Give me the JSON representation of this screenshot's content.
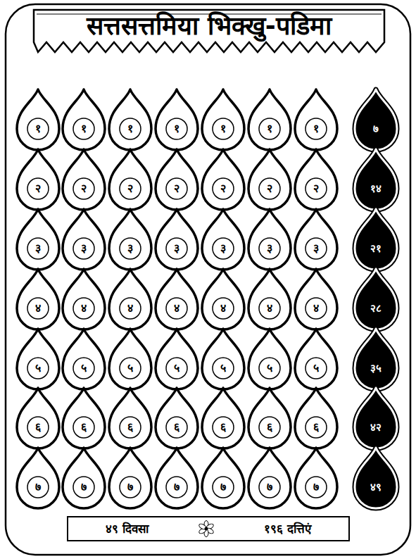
{
  "diagram": {
    "title": "सत्तसत्तमिया भिक्खु-पडिमा",
    "nodes": [
      {
        "text": [
          "१"
        ]
      },
      {
        "text": [
          "१"
        ]
      },
      {
        "text": [
          "१"
        ]
      },
      {
        "text": [
          "१"
        ]
      },
      {
        "text": [
          "१"
        ]
      },
      {
        "text": [
          "१"
        ]
      },
      {
        "text": [
          "१"
        ]
      },
      {
        "text": [
          "७"
        ]
      },
      {
        "text": [
          "२"
        ]
      },
      {
        "text": [
          "२"
        ]
      },
      {
        "text": [
          "२"
        ]
      },
      {
        "text": [
          "२"
        ]
      },
      {
        "text": [
          "२"
        ]
      },
      {
        "text": [
          "२"
        ]
      },
      {
        "text": [
          "२"
        ]
      },
      {
        "text": [
          "१४"
        ]
      },
      {
        "text": [
          "३"
        ]
      },
      {
        "text": [
          "३"
        ]
      },
      {
        "text": [
          "३"
        ]
      },
      {
        "text": [
          "३"
        ]
      },
      {
        "text": [
          "३"
        ]
      },
      {
        "text": [
          "३"
        ]
      },
      {
        "text": [
          "३"
        ]
      },
      {
        "text": [
          "२१"
        ]
      },
      {
        "text": [
          "४"
        ]
      },
      {
        "text": [
          "४"
        ]
      },
      {
        "text": [
          "४"
        ]
      },
      {
        "text": [
          "४"
        ]
      },
      {
        "text": [
          "४"
        ]
      },
      {
        "text": [
          "४"
        ]
      },
      {
        "text": [
          "४"
        ]
      },
      {
        "text": [
          "२८"
        ]
      },
      {
        "text": [
          "५"
        ]
      },
      {
        "text": [
          "५"
        ]
      },
      {
        "text": [
          "५"
        ]
      },
      {
        "text": [
          "५"
        ]
      },
      {
        "text": [
          "५"
        ]
      },
      {
        "text": [
          "५"
        ]
      },
      {
        "text": [
          "५"
        ]
      },
      {
        "text": [
          "३५"
        ]
      },
      {
        "text": [
          "६"
        ]
      },
      {
        "text": [
          "६"
        ]
      },
      {
        "text": [
          "६"
        ]
      },
      {
        "text": [
          "६"
        ]
      },
      {
        "text": [
          "६"
        ]
      },
      {
        "text": [
          "६"
        ]
      },
      {
        "text": [
          "६"
        ]
      },
      {
        "text": [
          "४२"
        ]
      },
      {
        "text": [
          "७"
        ]
      },
      {
        "text": [
          "७"
        ]
      },
      {
        "text": [
          "७"
        ]
      },
      {
        "text": [
          "७"
        ]
      },
      {
        "text": [
          "७"
        ]
      },
      {
        "text": [
          "७"
        ]
      },
      {
        "text": [
          "७"
        ]
      },
      {
        "text": [
          "४९"
        ]
      },
      {
        "text": [
          "४९ दिवसा",
          "१९६ दत्तिएं"
        ]
      }
    ]
  }
}
